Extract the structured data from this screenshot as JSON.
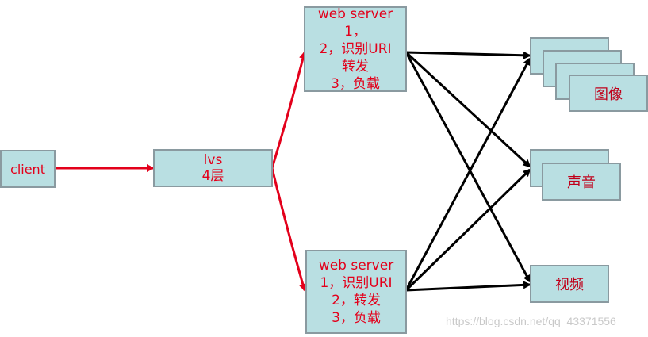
{
  "client": {
    "label": "client"
  },
  "lvs": {
    "line1": "lvs",
    "line2": "4层"
  },
  "web_server_top": {
    "title": "web server",
    "line1": "1，",
    "line2": "2，识别URI",
    "line3": "转发",
    "line4": "3，负载"
  },
  "web_server_bottom": {
    "title": "web server",
    "line1": "1，识别URI",
    "line2": "2，转发",
    "line3": "3，负载"
  },
  "resources": {
    "image": "图像",
    "sound": "声音",
    "video": "视频"
  },
  "watermark": "https://blog.csdn.net/qq_43371556",
  "colors": {
    "box_fill": "#b9dfe2",
    "box_border": "#8a9aa0",
    "text_red": "#e3001b",
    "arrow_red": "#e3001b",
    "arrow_black": "#000000"
  }
}
